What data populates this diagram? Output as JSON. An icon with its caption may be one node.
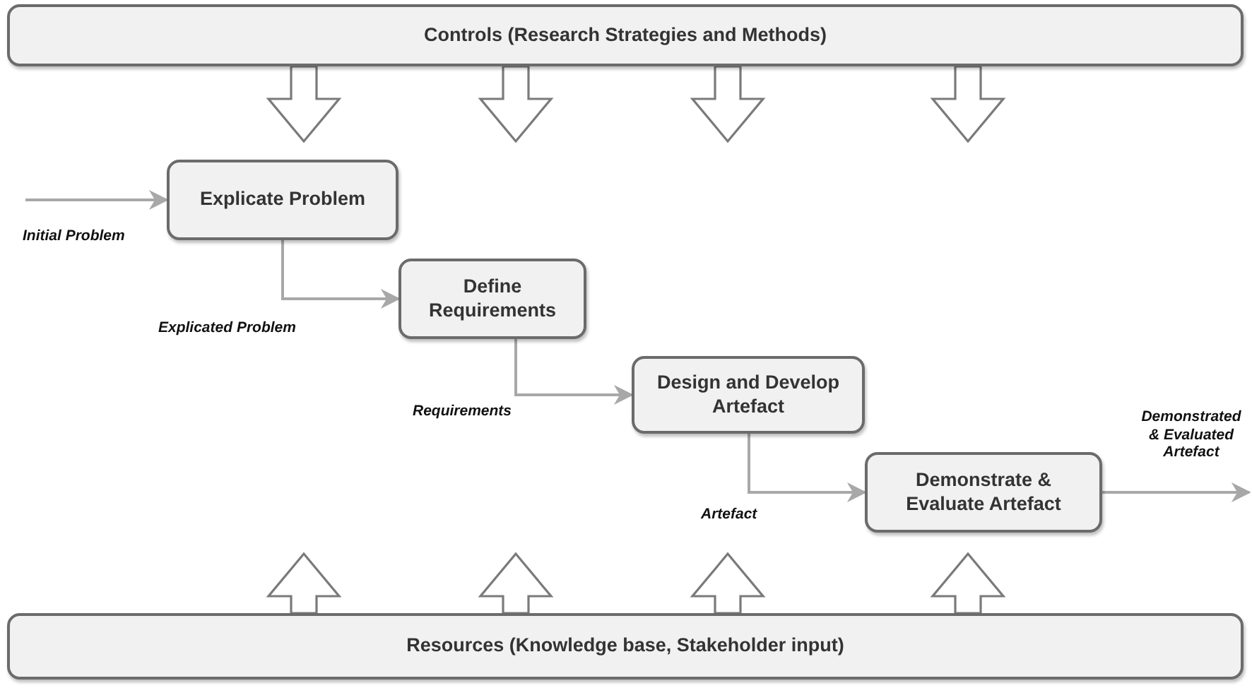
{
  "diagram": {
    "nodes": [
      {
        "text": [
          "Controls (Research Strategies and Methods)"
        ]
      },
      {
        "text": [
          "Explicate Problem"
        ]
      },
      {
        "text": [
          "Define Requirements"
        ]
      },
      {
        "text": [
          "Design and Develop Artefact"
        ]
      },
      {
        "text": [
          "Demonstrate & Evaluate Artefact"
        ]
      },
      {
        "text": [
          "Resources (Knowledge base, Stakeholder input)"
        ]
      }
    ],
    "edges": [
      {
        "from": null,
        "to": 1,
        "arrow": "to",
        "label": "Initial Problem"
      },
      {
        "from": 1,
        "to": 2,
        "arrow": "to",
        "label": "Explicated Problem"
      },
      {
        "from": 2,
        "to": 3,
        "arrow": "to",
        "label": "Requirements"
      },
      {
        "from": 3,
        "to": 4,
        "arrow": "to",
        "label": "Artefact"
      },
      {
        "from": 4,
        "to": null,
        "arrow": "to",
        "label": "Demonstrated & Evaluated Artefact"
      },
      {
        "from": 0,
        "to": null,
        "arrow": "to"
      },
      {
        "from": 0,
        "to": null,
        "arrow": "to"
      },
      {
        "from": 0,
        "to": null,
        "arrow": "to"
      },
      {
        "from": 0,
        "to": null,
        "arrow": "to"
      },
      {
        "from": 5,
        "to": null,
        "arrow": "to"
      },
      {
        "from": 5,
        "to": null,
        "arrow": "to"
      },
      {
        "from": 5,
        "to": null,
        "arrow": "to"
      },
      {
        "from": 5,
        "to": null,
        "arrow": "to"
      }
    ]
  }
}
